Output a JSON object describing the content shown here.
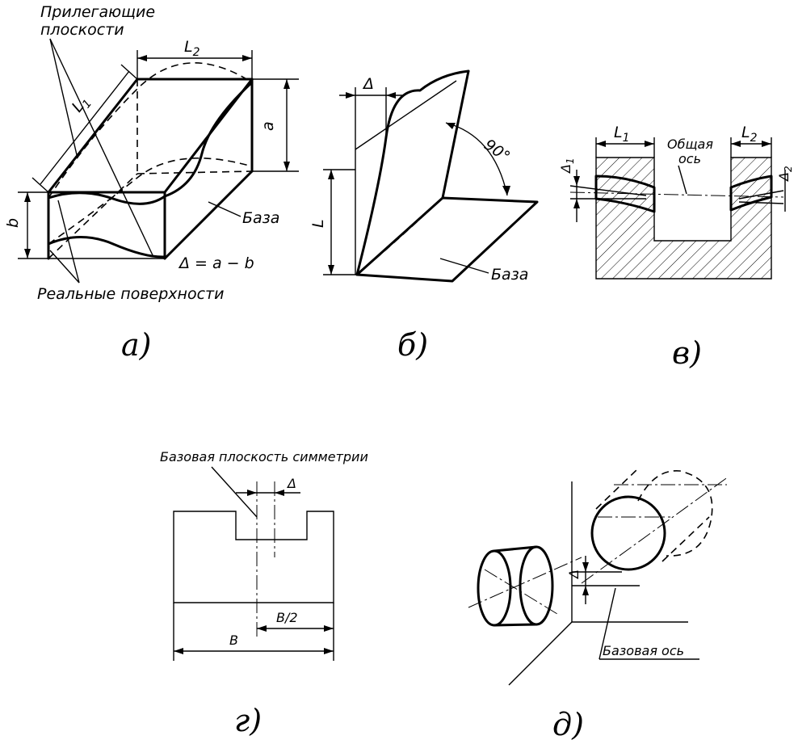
{
  "figure_a": {
    "label_adjacent": [
      "Прилегающие",
      "плоскости"
    ],
    "dim_L2": "L",
    "dim_L2_sub": "2",
    "dim_L1": "L",
    "dim_L1_sub": "1",
    "dim_a": "a",
    "dim_b": "b",
    "label_base": "База",
    "formula": "Δ = a − b",
    "label_real": "Реальные поверхности",
    "caption": "а)"
  },
  "figure_b": {
    "dim_delta": "Δ",
    "dim_angle": "90°",
    "dim_L": "L",
    "label_base": "База",
    "caption": "б)"
  },
  "figure_v": {
    "dim_L1": "L",
    "dim_L1_sub": "1",
    "dim_L2": "L",
    "dim_L2_sub": "2",
    "label_axis": [
      "Общая",
      "ось"
    ],
    "dim_delta1": "Δ",
    "dim_delta1_sub": "1",
    "dim_delta2": "Δ",
    "dim_delta2_sub": "2",
    "caption": "в)"
  },
  "figure_g": {
    "label_symmetry": "Базовая плоскость симметрии",
    "dim_delta": "Δ",
    "dim_B2": "B/2",
    "dim_B": "B",
    "caption": "г)"
  },
  "figure_d": {
    "dim_delta": "Δ",
    "label_axis": "Базовая ось",
    "caption": "д)"
  }
}
